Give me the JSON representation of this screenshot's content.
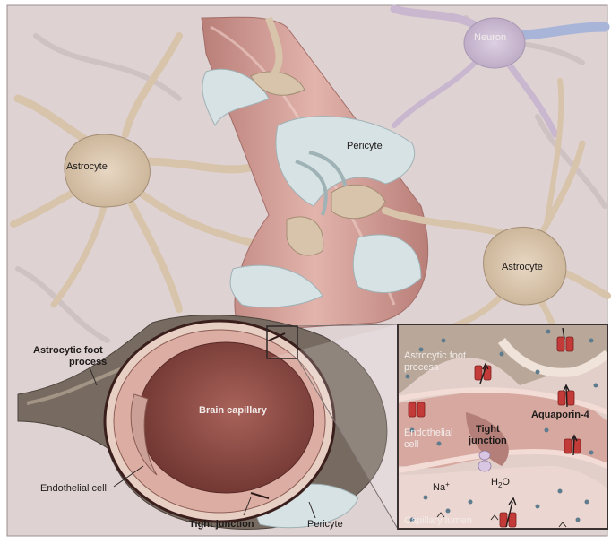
{
  "labels": {
    "neuron": "Neuron",
    "astrocyte_left": "Astrocyte",
    "astrocyte_right": "Astrocyte",
    "pericyte_top": "Pericyte",
    "astrocytic_foot_process_line1": "Astrocytic foot",
    "astrocytic_foot_process_line2": "process",
    "brain_capillary": "Brain capillary",
    "endothelial_cell": "Endothelial cell",
    "tight_junction": "Tight junction",
    "pericyte_bottom": "Pericyte"
  },
  "inset": {
    "astrocytic_foot_process_line1": "Astrocytic foot",
    "astrocytic_foot_process_line2": "process",
    "aquaporin": "Aquaporin-4",
    "endothelial_line1": "Endothelial",
    "endothelial_line2": "cell",
    "tight_junction_line1": "Tight",
    "tight_junction_line2": "junction",
    "sodium": "Na",
    "sodium_sup": "+",
    "water_h": "H",
    "water_sub": "2",
    "water_o": "O",
    "capillary_lumen": "Capillary lumen"
  },
  "colors": {
    "background": "#ded2d3",
    "astrocyte": "#d8c4ab",
    "astrocyte_outline": "#a48e75",
    "neuron": "#c9b6cf",
    "capillary_wall": "#c48d86",
    "capillary_lumen": "#8e5049",
    "pericyte": "#d7e2e4",
    "foot_process_dark": "#776b61",
    "aquaporin_red": "#c33b39",
    "inset_border": "#3a3232"
  }
}
